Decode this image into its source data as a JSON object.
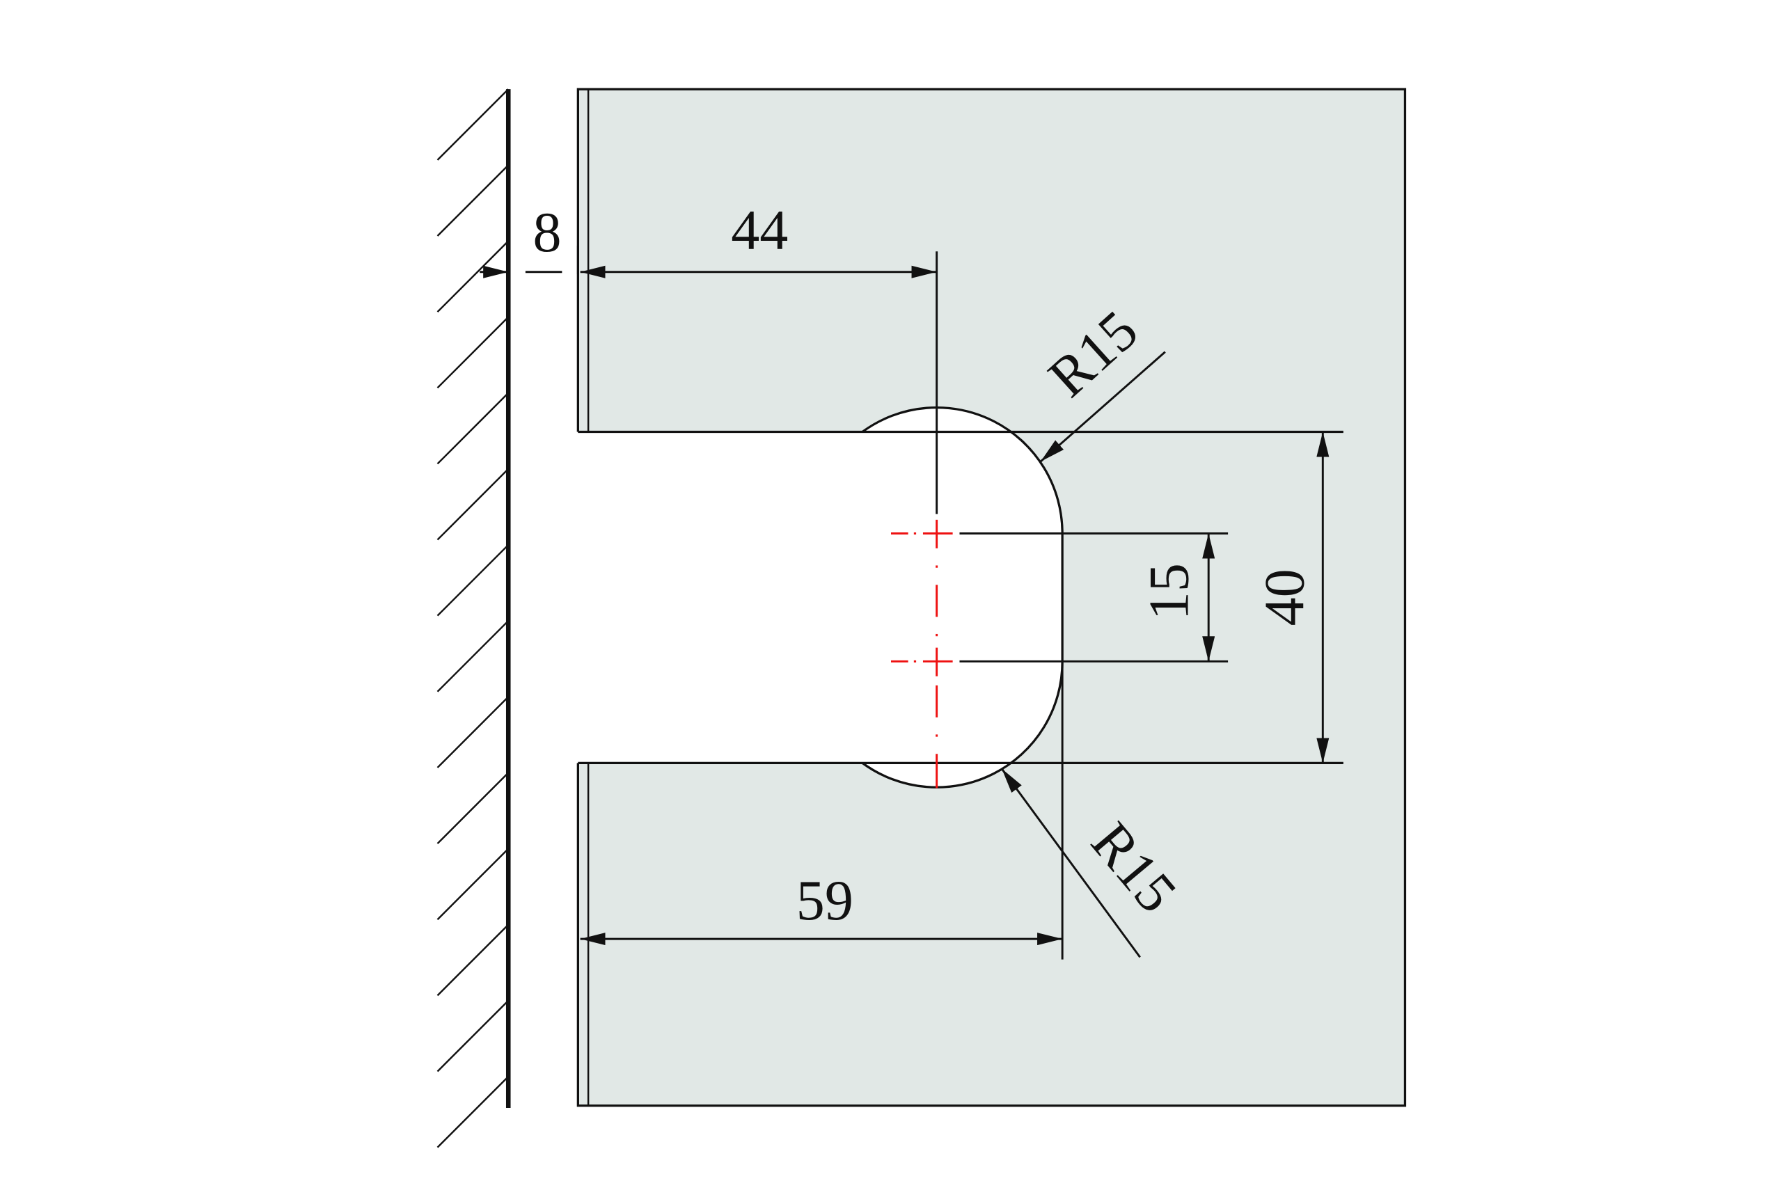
{
  "dimensions": {
    "wall_gap": "8",
    "hole_offset": "44",
    "slot_depth": "59",
    "radius_top": "R15",
    "radius_bottom": "R15",
    "hole_spacing": "15",
    "slot_width": "40"
  },
  "colors": {
    "glass": "#e1e8e6",
    "line": "#111111",
    "centerline": "#ee1111"
  }
}
